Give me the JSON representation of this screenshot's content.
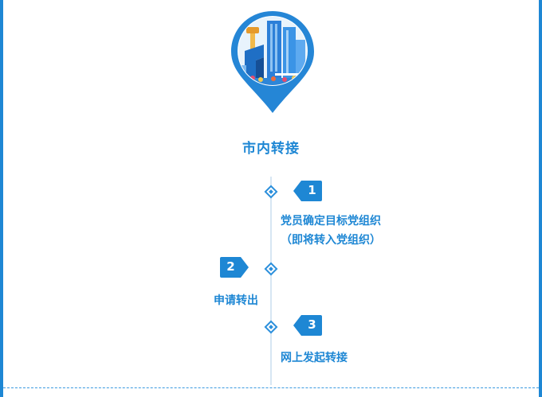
{
  "colors": {
    "brand": "#1e87d4",
    "accent": "#2b8fdc",
    "line": "#d7e6f3"
  },
  "header": {
    "icon": "city-location-pin-icon",
    "title": "市内转接"
  },
  "steps": [
    {
      "number": "1",
      "lines": [
        "党员确定目标党组织",
        "（即将转入党组织）"
      ],
      "side": "right"
    },
    {
      "number": "2",
      "lines": [
        "申请转出"
      ],
      "side": "left"
    },
    {
      "number": "3",
      "lines": [
        "网上发起转接"
      ],
      "side": "right"
    }
  ]
}
